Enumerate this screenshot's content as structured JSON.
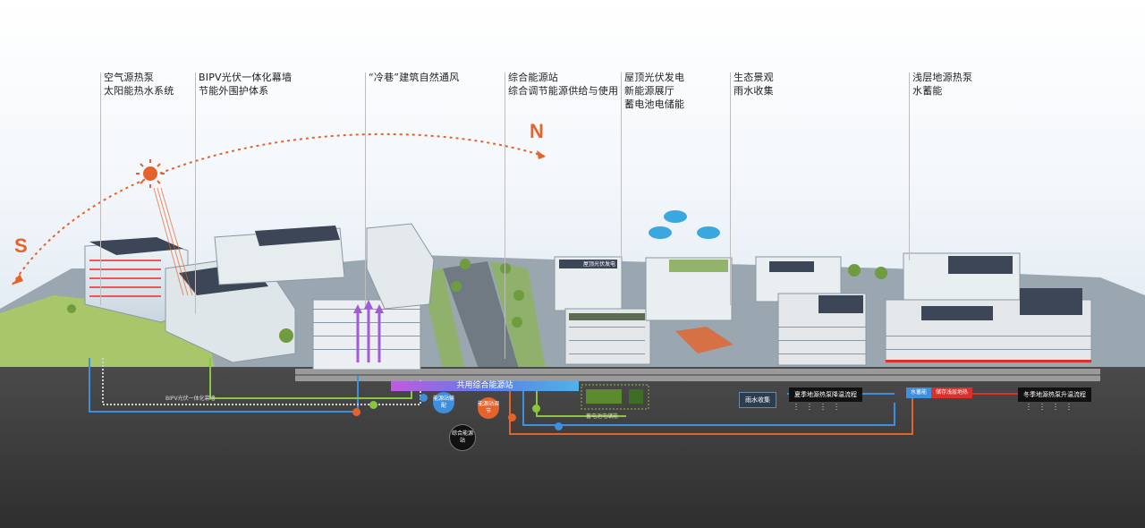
{
  "callouts": [
    {
      "line1": "空气源热泵",
      "line2": "太阳能热水系统"
    },
    {
      "line1": "BIPV光伏一体化幕墙",
      "line2": "节能外围护体系"
    },
    {
      "line1": "“冷巷”建筑自然通风",
      "line2": ""
    },
    {
      "line1": "综合能源站",
      "line2": "综合调节能源供给与使用"
    },
    {
      "line1": "屋顶光伏发电",
      "line2": "新能源展厅",
      "line3": "蓄电池电储能"
    },
    {
      "line1": "生态景观",
      "line2": "雨水收集"
    },
    {
      "line1": "浅层地源热泵",
      "line2": "水蓄能"
    }
  ],
  "compass": {
    "south": "S",
    "north": "N"
  },
  "station_label": "共用综合能源站",
  "badges": {
    "summer": "夏季地源热泵降温流程",
    "winter": "冬季地源热泵升温流程",
    "rain": "雨水收集",
    "water_storage": "水蓄能",
    "water_storage_note": "储存浅层地热"
  },
  "small_labels": {
    "bipv_facade": "BIPV光伏一体化幕墙",
    "battery": "蓄电池电储能",
    "roof_pv": "屋顶光伏发电"
  },
  "hub": {
    "center": "综合能源站",
    "left": "能源站输配",
    "right": "能源站调节"
  },
  "colors": {
    "orange": "#e5632b",
    "blue": "#3d8fe0",
    "green": "#8cc63f",
    "red": "#d9302c",
    "ground": "#3b3b3b"
  }
}
